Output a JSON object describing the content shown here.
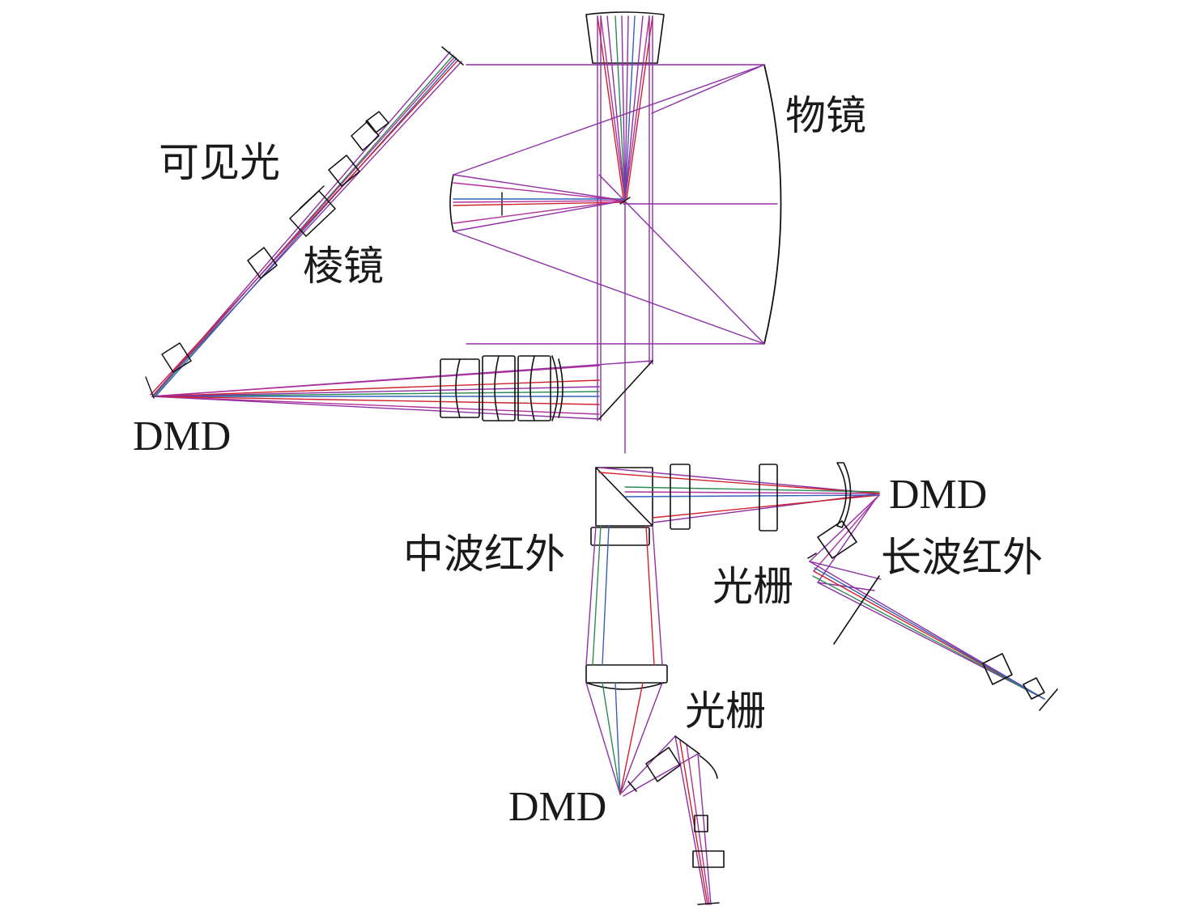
{
  "labels": {
    "objective": "物镜",
    "visible": "可见光",
    "prism": "棱镜",
    "dmd_visible": "DMD",
    "dmd_lwir": "DMD",
    "mwir": "中波红外",
    "lwir": "长波红外",
    "grating_lwir": "光栅",
    "grating_mwir": "光栅",
    "dmd_mwir": "DMD"
  },
  "colors": {
    "lens": "#111111",
    "ray_purple": "#8e2fa6",
    "ray_magenta": "#b0309a",
    "ray_red": "#d0202a",
    "ray_green": "#2c8a55",
    "ray_blue": "#3560b8"
  }
}
